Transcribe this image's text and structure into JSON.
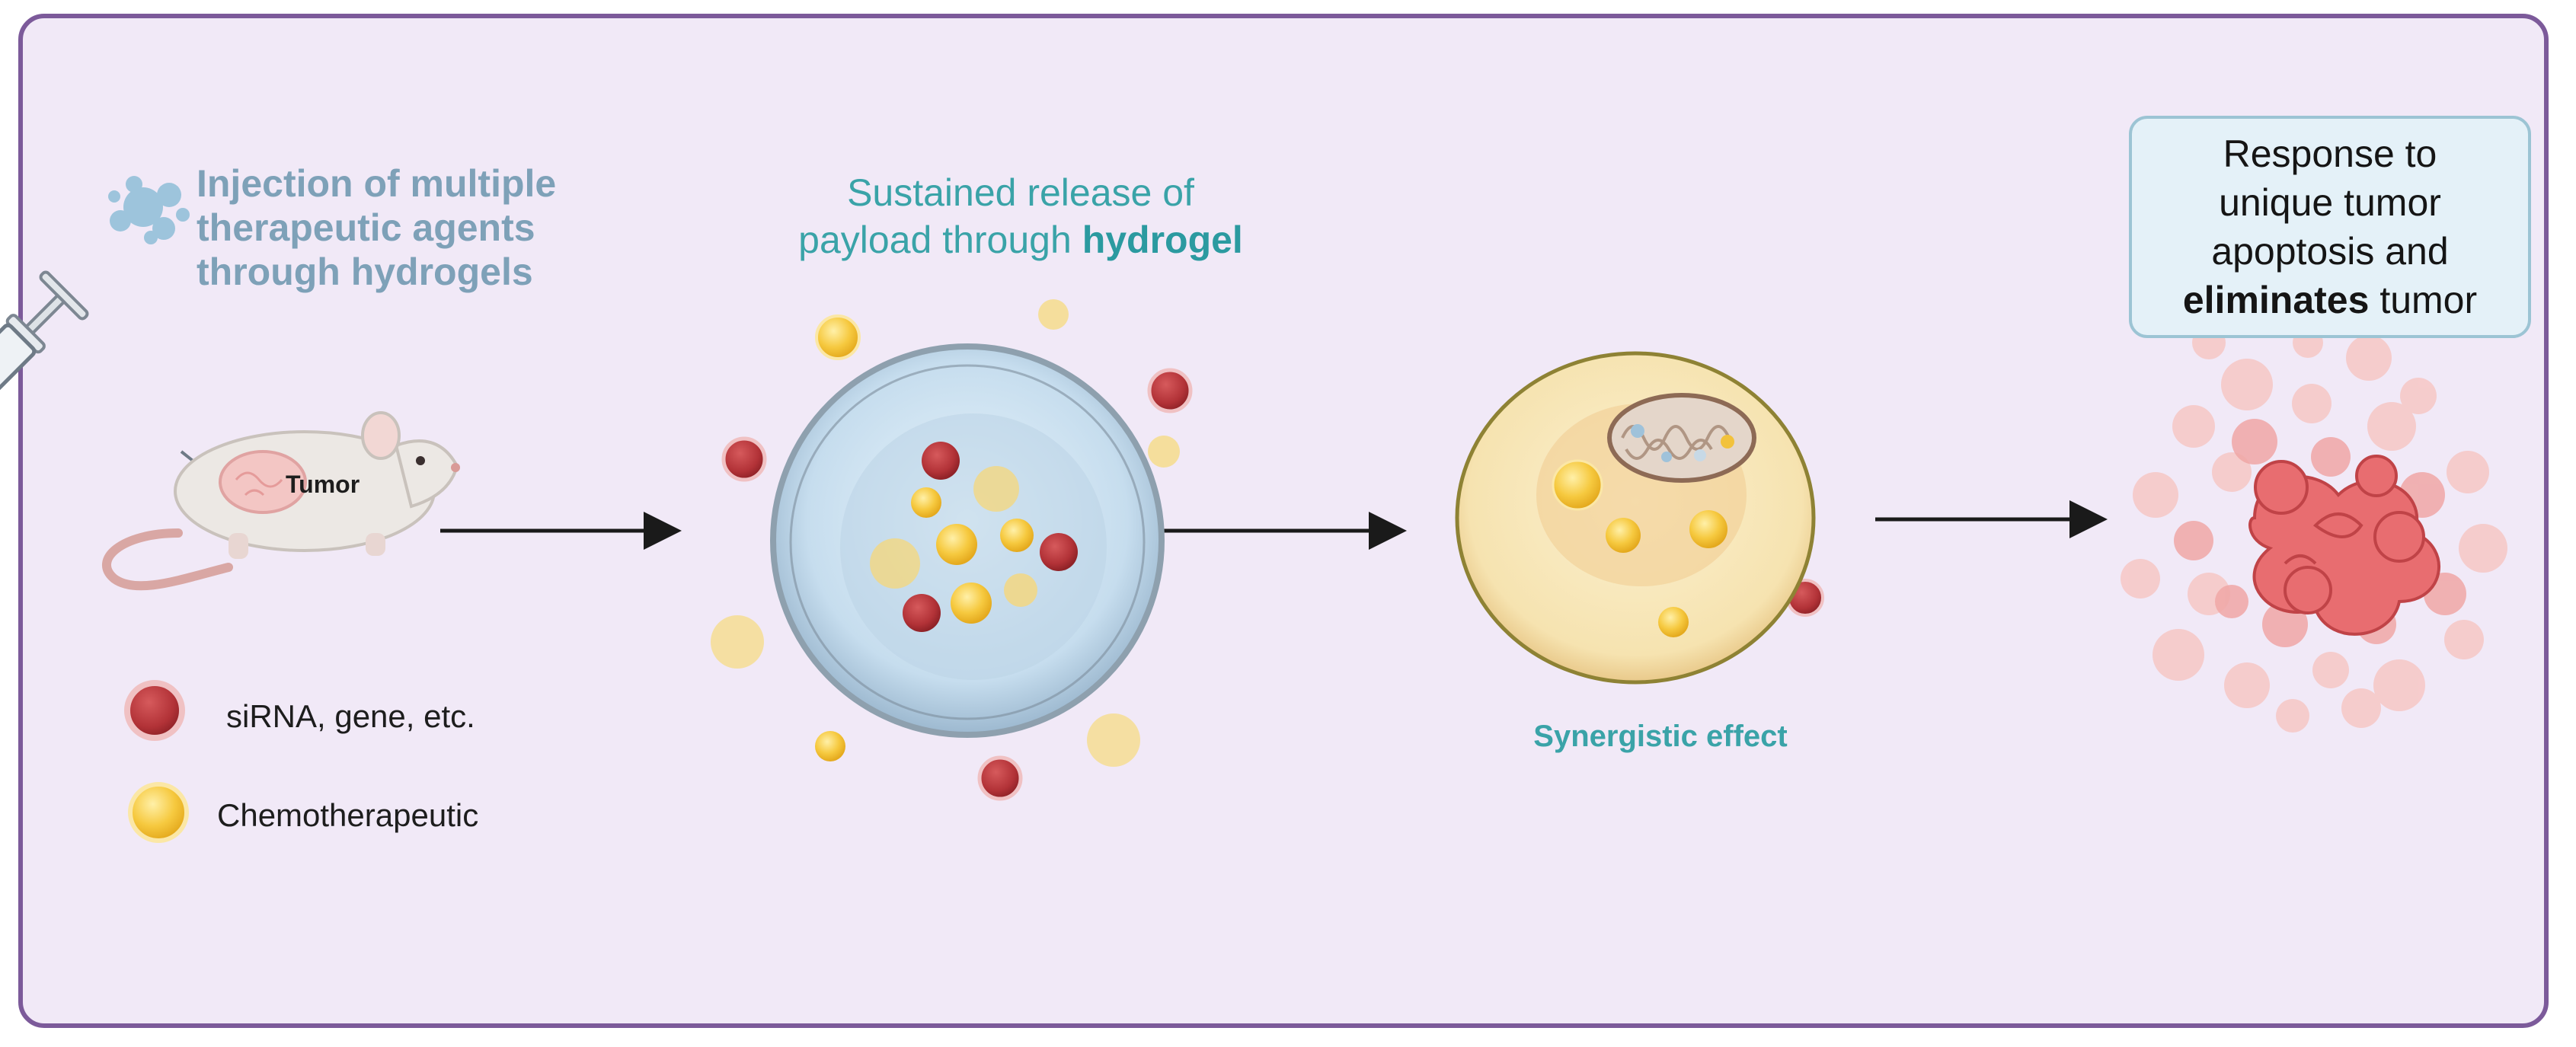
{
  "step1": {
    "title_lines": [
      "Injection of multiple",
      "therapeutic agents",
      "through hydrogels"
    ],
    "tumor_label": "Tumor"
  },
  "legend": {
    "item_a": "siRNA, gene, etc.",
    "item_b": "Chemotherapeutic"
  },
  "step2": {
    "title_line1": "Sustained release of",
    "title_line2_prefix": "payload through ",
    "title_line2_bold": "hydrogel"
  },
  "step3": {
    "label": "Synergistic effect"
  },
  "step4": {
    "lines": [
      "Response to",
      "unique tumor",
      "apoptosis and"
    ],
    "line4_bold": "eliminates",
    "line4_rest": " tumor"
  },
  "colors": {
    "frame_border": "#7c5a9a",
    "frame_fill": "#f1e9f7",
    "sirna_red": "#b8353a",
    "chemo_yellow": "#f2c23c",
    "teal_text": "#3aa3a8",
    "step1_text": "#7ea1b8"
  }
}
